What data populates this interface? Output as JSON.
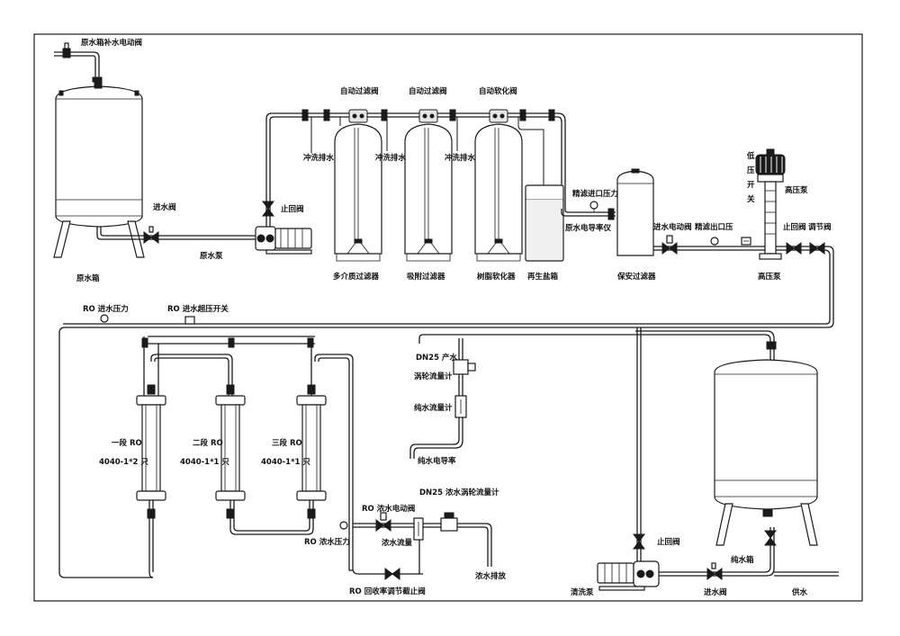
{
  "labels": {
    "makeup_valve": "原水箱补水电动阀",
    "inlet_valve_1": "进水阀",
    "check_valve_1": "止回阀",
    "raw_tank": "原水箱",
    "raw_pump": "原水泵",
    "auto_filter_valve_1": "自动过滤阀",
    "auto_filter_valve_2": "自动过滤阀",
    "auto_soft_valve": "自动软化阀",
    "backwash_1": "冲洗排水",
    "backwash_2": "冲洗排水",
    "backwash_3": "冲洗排水",
    "media_filter": "多介质过滤器",
    "carbon_filter": "吸附过滤器",
    "softener": "树脂软化器",
    "brine_tank": "再生盐箱",
    "fine_filter_in_pressure": "精滤进口压力",
    "raw_conductivity": "原水电导率仪",
    "security_filter": "保安过滤器",
    "inlet_solenoid": "进水电动阀",
    "fine_filter_out_pressure": "精滤出口压",
    "low_pressure_switch": "低压开关",
    "hp_pump_top": "高压泵",
    "check_valve_2": "止回阀",
    "adjust_valve": "调节阀",
    "hp_pump_bottom": "高压泵",
    "ro_in_pressure": "RO 进水压力",
    "ro_high_pressure_switch": "RO 进水超压开关",
    "dn25_product": "DN25 产水",
    "turbine_flow_1": "涡轮流量计",
    "pure_flow": "纯水流量计",
    "pure_conductivity": "纯水电导率",
    "stage1": "一段 RO",
    "stage1_spec": "4040-1*2 只",
    "stage2": "二段 RO",
    "stage2_spec": "4040-1*1 只",
    "stage3": "三段 RO",
    "stage3_spec": "4040-1*1 只",
    "dn25_conc": "DN25 浓水涡轮流量计",
    "conc_solenoid": "RO 浓水电动阀",
    "conc_flow": "浓水流量",
    "conc_pressure": "RO 浓水压力",
    "conc_discharge": "浓水排放",
    "recovery_valve": "RO 回收率调节截止阀",
    "check_valve_3": "止回阀",
    "rinse_pump": "清洗泵",
    "inlet_valve_2": "进水阀",
    "pure_tank": "纯水箱",
    "supply": "供水"
  }
}
